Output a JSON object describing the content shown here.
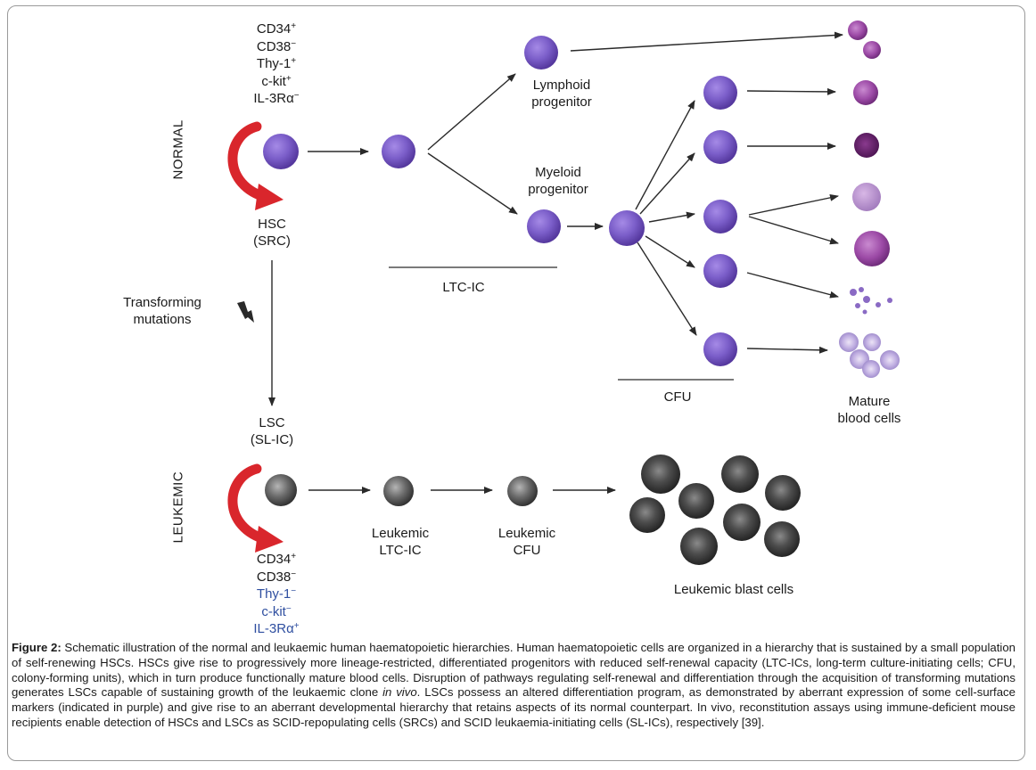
{
  "colors": {
    "normal_cell": "#7b5ec9",
    "leukemic_cell": "#5a5a5a",
    "self_renewal_arrow": "#d9262c",
    "arrow": "#2a2a2a",
    "marker_blue": "#2f4fa0"
  },
  "labels": {
    "normal": "NORMAL",
    "leukemic": "LEUKEMIC",
    "hsc": "HSC",
    "src": "(SRC)",
    "transforming_line1": "Transforming",
    "transforming_line2": "mutations",
    "lsc": "LSC",
    "slic": "(SL-IC)",
    "lymphoid_line1": "Lymphoid",
    "lymphoid_line2": "progenitor",
    "myeloid_line1": "Myeloid",
    "myeloid_line2": "progenitor",
    "ltcic": "LTC-IC",
    "cfu": "CFU",
    "mature_line1": "Mature",
    "mature_line2": "blood cells",
    "leuk_ltcic_line1": "Leukemic",
    "leuk_ltcic_line2": "LTC-IC",
    "leuk_cfu_line1": "Leukemic",
    "leuk_cfu_line2": "CFU",
    "blast": "Leukemic blast cells"
  },
  "normal_markers": [
    {
      "name": "CD34",
      "sign": "+"
    },
    {
      "name": "CD38",
      "sign": "−"
    },
    {
      "name": "Thy-1",
      "sign": "+"
    },
    {
      "name": "c-kit",
      "sign": "+"
    },
    {
      "name": "IL-3Rα",
      "sign": "−"
    }
  ],
  "leukemic_markers": [
    {
      "name": "CD34",
      "sign": "+",
      "aberrant": false
    },
    {
      "name": "CD38",
      "sign": "−",
      "aberrant": false
    },
    {
      "name": "Thy-1",
      "sign": "−",
      "aberrant": true
    },
    {
      "name": "c-kit",
      "sign": "−",
      "aberrant": true
    },
    {
      "name": "IL-3Rα",
      "sign": "+",
      "aberrant": true
    }
  ],
  "caption": {
    "label": "Figure 2:",
    "text": " Schematic illustration of the normal and leukaemic human haematopoietic hierarchies. Human haematopoietic cells are organized in a hierarchy that is sustained by a small population of self-renewing HSCs. HSCs give rise to progressively more lineage-restricted, differentiated progenitors with reduced self-renewal capacity (LTC-ICs, long-term culture-initiating cells; CFU, colony-forming units), which in turn produce functionally mature blood cells. Disruption of pathways regulating self-renewal and differentiation through the acquisition of transforming mutations generates LSCs capable of sustaining growth of the leukaemic clone ",
    "italic": "in vivo",
    "text2": ". LSCs possess an altered differentiation program, as demonstrated by aberrant expression of some cell-surface markers (indicated in purple) and give rise to an aberrant developmental hierarchy that retains aspects of its normal counterpart. In vivo, reconstitution assays using immune-deficient mouse recipients enable detection of HSCs and LSCs as SCID-repopulating cells (SRCs) and SCID leukaemia-initiating cells (SL-ICs), respectively [39]."
  }
}
